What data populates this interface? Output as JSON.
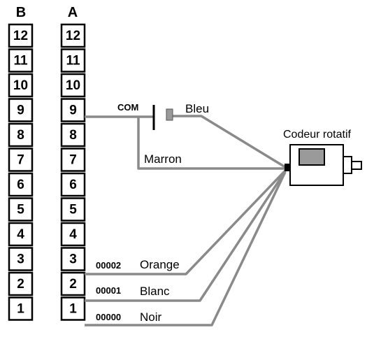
{
  "columns": [
    {
      "id": "B",
      "label": "B",
      "terminals": [
        "12",
        "11",
        "10",
        "9",
        "8",
        "7",
        "6",
        "5",
        "4",
        "3",
        "2",
        "1"
      ]
    },
    {
      "id": "A",
      "label": "A",
      "terminals": [
        "12",
        "11",
        "10",
        "9",
        "8",
        "7",
        "6",
        "5",
        "4",
        "3",
        "2",
        "1"
      ]
    }
  ],
  "switch": {
    "com_label": "COM"
  },
  "encoder": {
    "title": "Codeur rotatif"
  },
  "wires": {
    "bleu": {
      "color_name": "Bleu"
    },
    "marron": {
      "color_name": "Marron"
    },
    "orange": {
      "address": "00002",
      "color_name": "Orange"
    },
    "blanc": {
      "address": "00001",
      "color_name": "Blanc"
    },
    "noir": {
      "address": "00000",
      "color_name": "Noir"
    }
  },
  "colors": {
    "wire": "#8a8a8a",
    "encoder_window": "#9a9a9a",
    "outline": "#000000"
  }
}
